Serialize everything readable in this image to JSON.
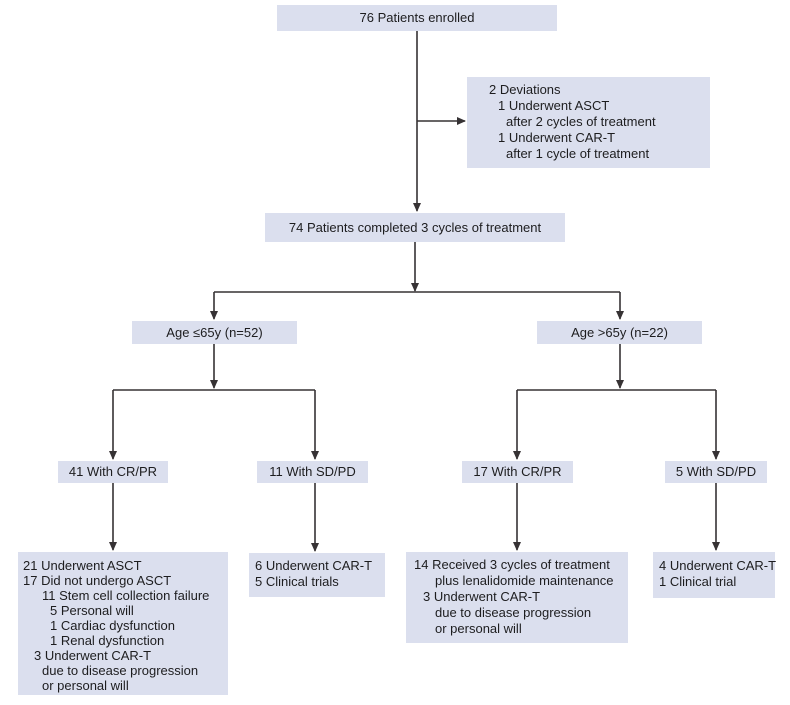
{
  "colors": {
    "box_fill": "#dbdfee",
    "line": "#363234",
    "text": "#1d1d1f"
  },
  "nodes": {
    "enrolled": {
      "text": "76 Patients enrolled"
    },
    "deviations": {
      "lines": [
        {
          "text": "2 Deviations",
          "indent": 0
        },
        {
          "text": "1 Underwent ASCT",
          "indent": 9
        },
        {
          "text": "after 2 cycles of treatment",
          "indent": 17
        },
        {
          "text": "1 Underwent CAR-T",
          "indent": 9
        },
        {
          "text": "after 1 cycle of treatment",
          "indent": 17
        }
      ]
    },
    "completed": {
      "text": "74 Patients completed 3 cycles of treatment"
    },
    "age_le65": {
      "text": "Age ≤65y (n=52)"
    },
    "age_gt65": {
      "text": "Age >65y (n=22)"
    },
    "crpr_le65": {
      "text": "41 With CR/PR"
    },
    "sdpd_le65": {
      "text": "11 With SD/PD"
    },
    "crpr_gt65": {
      "text": "17 With CR/PR"
    },
    "sdpd_gt65": {
      "text": "5 With SD/PD"
    },
    "outcome_crpr_le65": {
      "lines": [
        {
          "text": "21 Underwent ASCT",
          "indent": 0
        },
        {
          "text": "17 Did not undergo ASCT",
          "indent": 0
        },
        {
          "text": "11 Stem cell collection failure",
          "indent": 19
        },
        {
          "text": "5 Personal will",
          "indent": 27
        },
        {
          "text": "1 Cardiac dysfunction",
          "indent": 27
        },
        {
          "text": "1 Renal dysfunction",
          "indent": 27
        },
        {
          "text": "3 Underwent CAR-T",
          "indent": 11
        },
        {
          "text": "due to disease progression",
          "indent": 19
        },
        {
          "text": "or personal will",
          "indent": 19
        }
      ]
    },
    "outcome_sdpd_le65": {
      "lines": [
        {
          "text": "6 Underwent CAR-T",
          "indent": 0
        },
        {
          "text": "5 Clinical trials",
          "indent": 0
        }
      ]
    },
    "outcome_crpr_gt65": {
      "lines": [
        {
          "text": "14 Received 3 cycles of treatment",
          "indent": 0
        },
        {
          "text": "plus lenalidomide maintenance",
          "indent": 21
        },
        {
          "text": "3 Underwent CAR-T",
          "indent": 9
        },
        {
          "text": "due to disease progression",
          "indent": 21
        },
        {
          "text": "or personal will",
          "indent": 21
        }
      ]
    },
    "outcome_sdpd_gt65": {
      "lines": [
        {
          "text": "4 Underwent CAR-T",
          "indent": 0
        },
        {
          "text": "1 Clinical trial",
          "indent": 0
        }
      ]
    }
  }
}
